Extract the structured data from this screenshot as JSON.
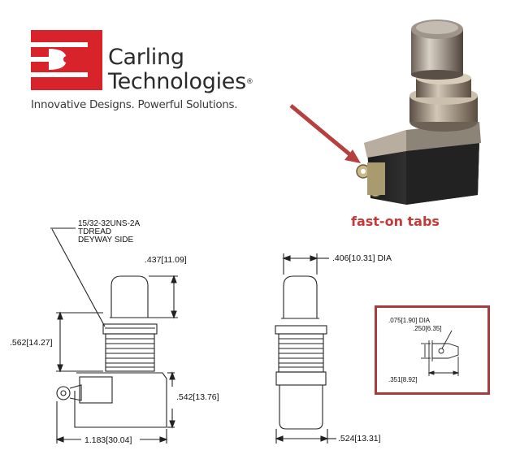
{
  "logo": {
    "name_line1": "Carling",
    "name_line2": "Technologies",
    "registered_mark": "®",
    "tagline": "Innovative Designs. Powerful Solutions.",
    "brand_color": "#d9232a"
  },
  "photo": {
    "callout_label": "fast-on tabs",
    "arrow_color": "#b5403d"
  },
  "drawing_left": {
    "thread_note_line1": "15/32-32UNS-2A",
    "thread_note_line2": "TDREAD",
    "thread_note_line3": "DEYWAY SIDE",
    "dim_cap_height": ".437[11.09]",
    "dim_bushing": ".562[14.27]",
    "dim_body": ".542[13.76]",
    "dim_width": "1.183[30.04]"
  },
  "drawing_right": {
    "dim_cap_dia": ".406[10.31] DIA",
    "dim_base": ".524[13.31]"
  },
  "terminal_detail": {
    "dim_hole": ".075[1.90] DIA",
    "dim_tab": ".250[6.35]",
    "dim_length": ".351[8.92]",
    "border_color": "#a83c3c"
  }
}
